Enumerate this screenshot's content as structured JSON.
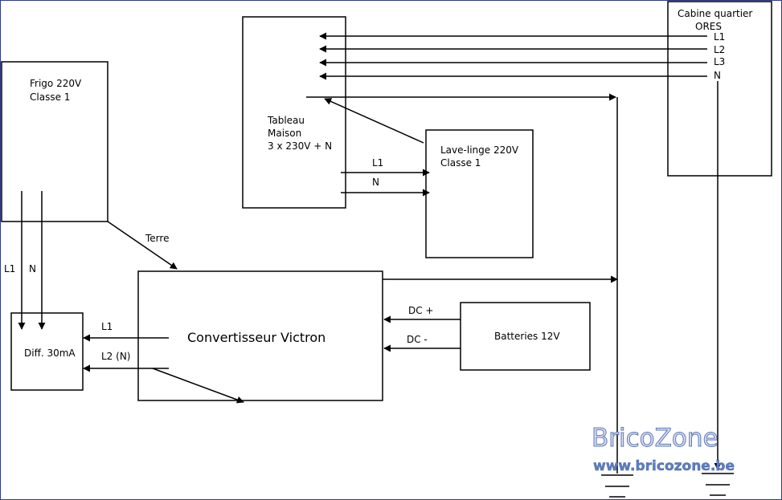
{
  "frigo": {
    "line1": "Frigo 220V",
    "line2": "Classe 1",
    "l1": "L1",
    "n": "N"
  },
  "cabine": {
    "line1": "Cabine quartier",
    "line2": "ORES",
    "l1": "L1",
    "l2": "L2",
    "l3": "L3",
    "n": "N"
  },
  "tableau": {
    "line1": "Tableau",
    "line2": "Maison",
    "line3": "3 x 230V + N",
    "l1": "L1",
    "n": "N"
  },
  "lave_linge": {
    "line1": "Lave-linge 220V",
    "line2": "Classe 1"
  },
  "terre": "Terre",
  "convertisseur": {
    "label": "Convertisseur Victron",
    "l1": "L1",
    "l2": "L2 (N)"
  },
  "diff": {
    "label": "Diff. 30mA"
  },
  "batteries": {
    "label": "Batteries 12V",
    "dc_plus": "DC +",
    "dc_minus": "DC -"
  },
  "watermark": {
    "brand": "BricoZone",
    "url": "www.bricozone.be"
  }
}
